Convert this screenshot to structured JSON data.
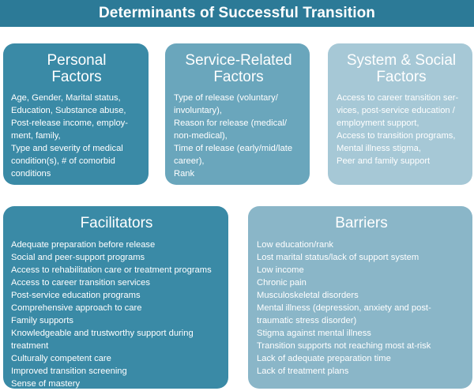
{
  "title": "Determinants of Successful Transition",
  "personal": {
    "title": [
      "Personal",
      "Factors"
    ],
    "lines": [
      "Age, Gender, Marital status,",
      "Education, Substance abuse,",
      "Post-release income, employ-",
      "ment, family,",
      "Type and severity of medical",
      "condition(s), # of comorbid",
      "conditions"
    ]
  },
  "service": {
    "title": [
      "Service-Related",
      "Factors"
    ],
    "lines": [
      "Type of release (voluntary/",
      "involuntary),",
      "Reason for release (medical/",
      "non-medical),",
      "Time of release (early/mid/late",
      "career),",
      "Rank"
    ]
  },
  "system": {
    "title": [
      "System & Social",
      "Factors"
    ],
    "lines": [
      "Access to career transition ser-",
      "vices, post-service education /",
      "employment support,",
      "Access to transition programs,",
      "Mental illness stigma,",
      "Peer and family support"
    ]
  },
  "facilitators": {
    "title": "Facilitators",
    "lines": [
      "Adequate preparation before release",
      "Social and peer-support programs",
      "Access to rehabilitation care or treatment programs",
      "Access to career transition services",
      "Post-service education programs",
      "Comprehensive approach to care",
      "Family supports",
      "Knowledgeable and trustworthy support during",
      "treatment",
      "Culturally competent care",
      "Improved transition screening",
      "Sense of mastery"
    ]
  },
  "barriers": {
    "title": "Barriers",
    "lines": [
      "Low education/rank",
      "Lost marital status/lack of support system",
      "Low income",
      "Chronic pain",
      "Musculoskeletal disorders",
      "Mental illness (depression, anxiety and post-",
      "traumatic stress disorder)",
      "Stigma against mental illness",
      "Transition supports not reaching most at-risk",
      "Lack of adequate preparation time",
      "Lack of treatment plans"
    ]
  },
  "colors": {
    "title_bar": "#2c7a97",
    "personal": "#3a8aa6",
    "service": "#6aa6bc",
    "system": "#a6c8d6",
    "facilitators": "#3a8aa6",
    "barriers": "#8ab6c8"
  }
}
